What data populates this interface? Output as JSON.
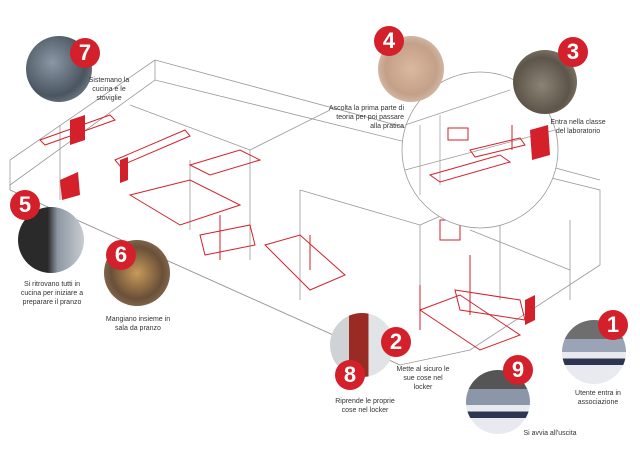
{
  "accent_color": "#d3202a",
  "steps": [
    {
      "number": "1",
      "caption": "Utente entra in associazione",
      "photo": "person-entering-photo"
    },
    {
      "number": "2",
      "caption": "Mette al sicuro le sue cose nel locker",
      "photo": "lockers-photo"
    },
    {
      "number": "3",
      "caption": "Entra nella classe del laboratorio",
      "photo": "pottery-wheel-photo"
    },
    {
      "number": "4",
      "caption": "Ascolta la prima parte di teoria per poi passare alla pratica",
      "photo": "clay-hands-photo"
    },
    {
      "number": "5",
      "caption": "Si ritrovano tutti in cucina per iniziare a preparare il pranzo",
      "photo": "kitchen-oven-photo"
    },
    {
      "number": "6",
      "caption": "Mangiano insieme in sala da pranzo",
      "photo": "dining-table-photo"
    },
    {
      "number": "7",
      "caption": "Sistemano la cucina e le stoviglie",
      "photo": "dishwasher-photo"
    },
    {
      "number": "8",
      "caption": "Riprende le proprie cose nel locker",
      "photo": "lockers-photo"
    },
    {
      "number": "9",
      "caption": "Si avvia all'uscita",
      "photo": "person-exiting-photo"
    }
  ]
}
